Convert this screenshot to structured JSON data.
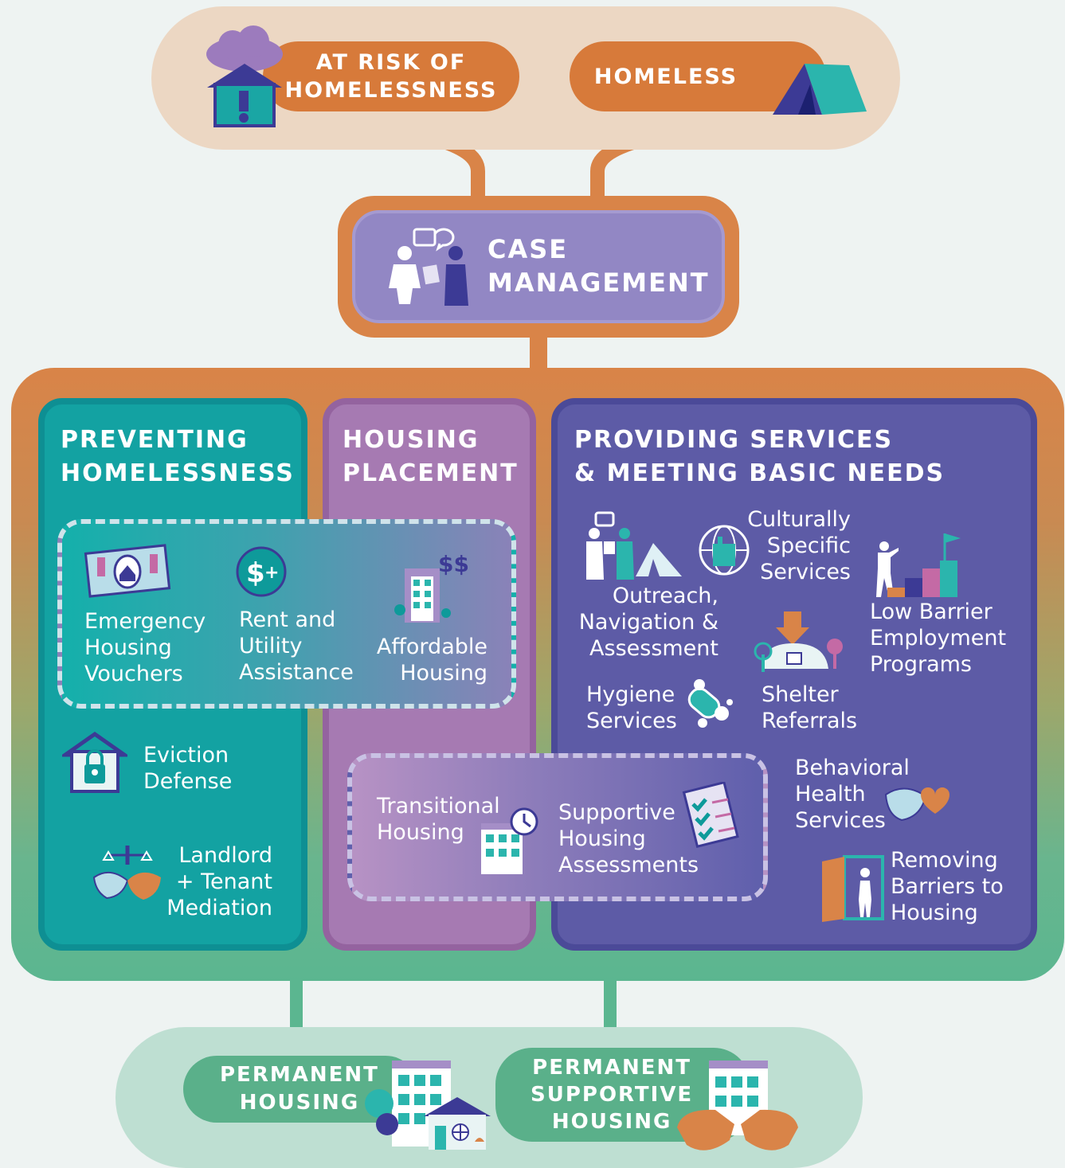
{
  "top": {
    "at_risk": "AT RISK OF\nHOMELESSNESS",
    "homeless": "HOMELESS"
  },
  "case_management": "CASE\nMANAGEMENT",
  "columns": {
    "preventing": {
      "title": "PREVENTING\nHOMELESSNESS",
      "eviction": "Eviction\nDefense",
      "mediation": "Landlord\n+ Tenant\nMediation"
    },
    "housing": {
      "title": "HOUSING\nPLACEMENT"
    },
    "providing": {
      "title": "PROVIDING SERVICES\n& MEETING BASIC NEEDS",
      "outreach": "Outreach,\nNavigation &\nAssessment",
      "cultural": "Culturally\nSpecific\nServices",
      "employment": "Low Barrier\nEmployment\nPrograms",
      "hygiene": "Hygiene\nServices",
      "shelter": "Shelter\nReferrals",
      "behavioral": "Behavioral\nHealth\nServices",
      "removing": "Removing\nBarriers to\nHousing"
    }
  },
  "shared_top": {
    "vouchers": "Emergency\nHousing\nVouchers",
    "rent": "Rent and\nUtility\nAssistance",
    "affordable": "Affordable\nHousing",
    "dollar_mark": "$$"
  },
  "shared_bottom": {
    "transitional": "Transitional\nHousing",
    "supportive": "Supportive\nHousing\nAssessments"
  },
  "bottom": {
    "permanent": "PERMANENT\nHOUSING",
    "psh": "PERMANENT\nSUPPORTIVE\nHOUSING"
  },
  "colors": {
    "orange": "#d77a3a",
    "teal": "#13a2a2",
    "pink": "#a67ab2",
    "purple": "#5d5ba6",
    "green": "#5ab08a"
  }
}
